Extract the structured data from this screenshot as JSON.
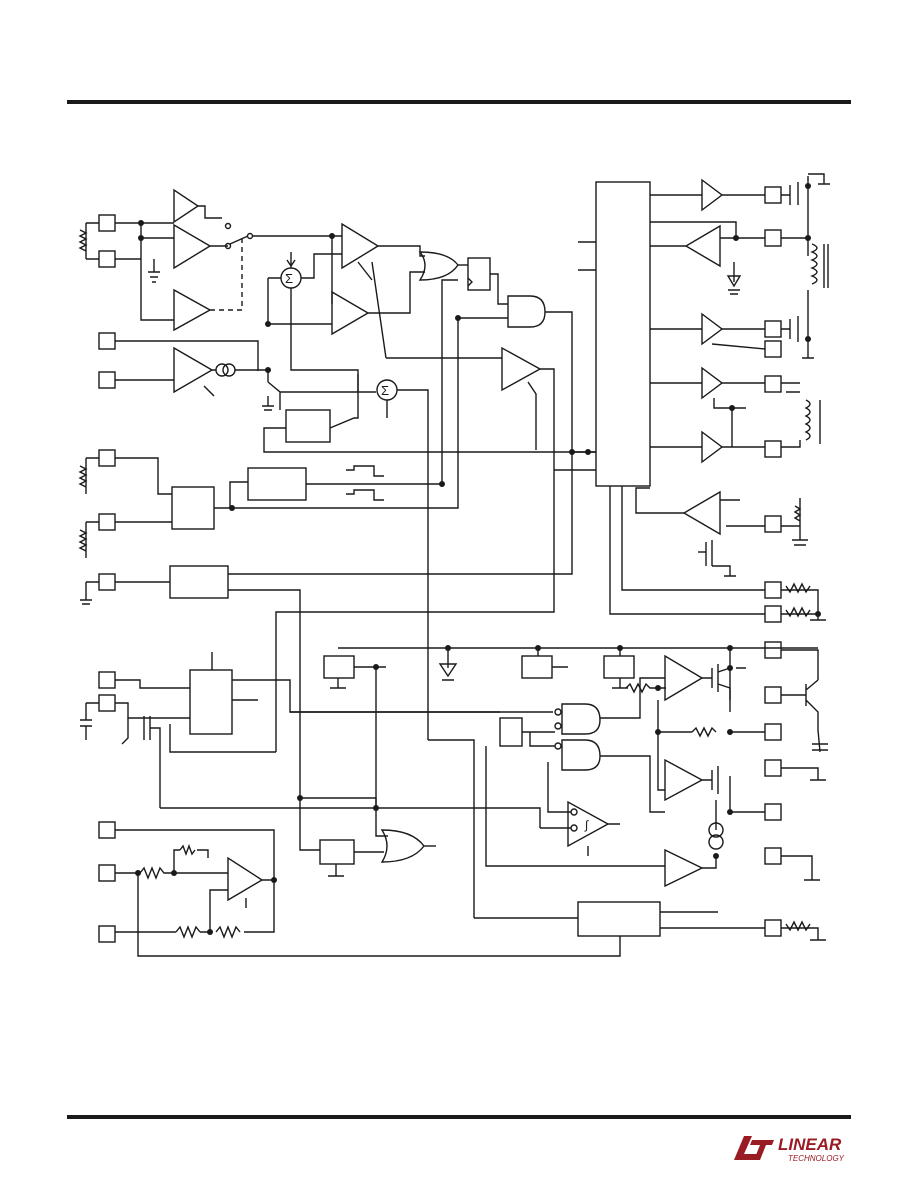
{
  "page": {
    "background": "#ffffff",
    "ink": "#1a1a1a"
  },
  "logo": {
    "mark": "lt-logo-mark",
    "word": "LINEAR",
    "sub": "TECHNOLOGY",
    "color": "#9a1b24"
  },
  "symbols": {
    "sigma": "Σ",
    "schmitt": "∫"
  }
}
